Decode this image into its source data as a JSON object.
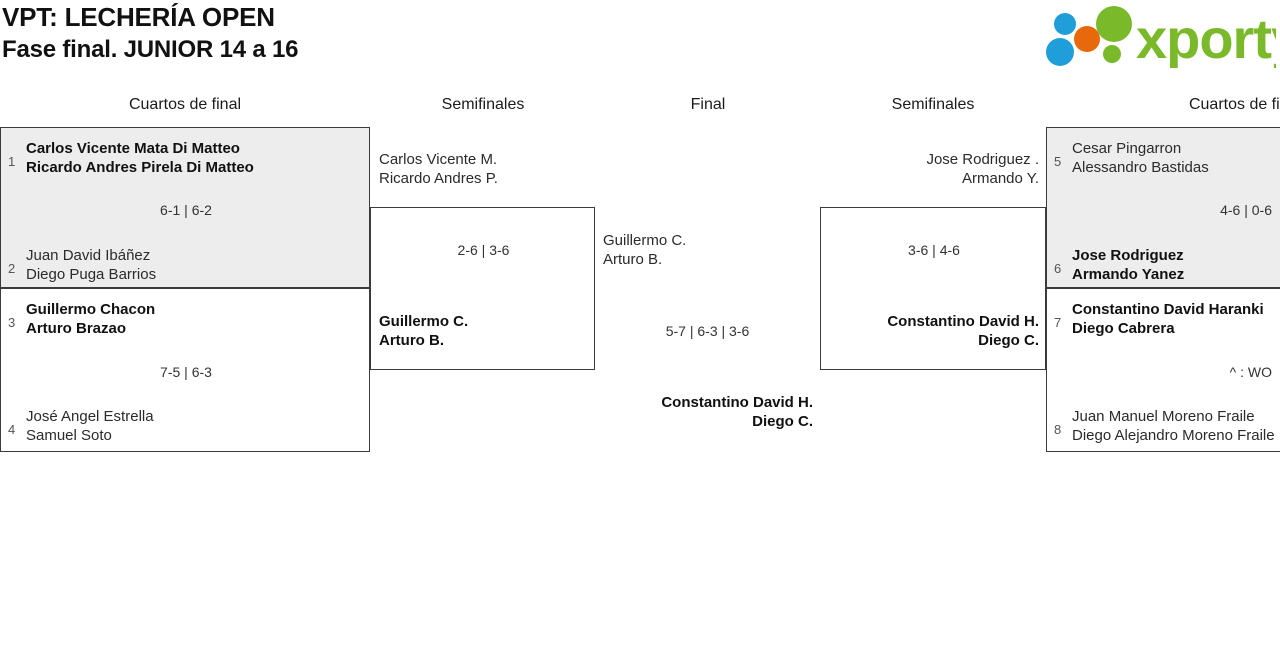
{
  "header": {
    "title_line1": "VPT: LECHERÍA OPEN",
    "title_line2": "Fase final. JUNIOR 14 a 16",
    "logo_text": "xporty",
    "logo_colors": {
      "green": "#7ab929",
      "blue": "#1f9ed9",
      "orange": "#e8690b"
    }
  },
  "rounds": [
    {
      "label": "Cuartos de final"
    },
    {
      "label": "Semifinales"
    },
    {
      "label": "Final"
    },
    {
      "label": "Semifinales"
    },
    {
      "label": "Cuartos de final"
    }
  ],
  "bracket": {
    "left_quarterfinals": [
      {
        "shaded": true,
        "top": {
          "seed": "1",
          "line1": "Carlos Vicente Mata Di Matteo",
          "line2": "Ricardo Andres Pirela Di Matteo",
          "winner": true
        },
        "bottom": {
          "seed": "2",
          "line1": "Juan David Ibáñez",
          "line2": "Diego Puga Barrios",
          "winner": false
        },
        "score": "6-1 | 6-2"
      },
      {
        "shaded": false,
        "top": {
          "seed": "3",
          "line1": "Guillermo Chacon",
          "line2": "Arturo Brazao",
          "winner": true
        },
        "bottom": {
          "seed": "4",
          "line1": "José Angel Estrella",
          "line2": "Samuel Soto",
          "winner": false
        },
        "score": "7-5 | 6-3"
      }
    ],
    "left_semifinal": {
      "top": {
        "line1": "Carlos Vicente M.",
        "line2": "Ricardo Andres P.",
        "winner": false
      },
      "bottom": {
        "line1": "Guillermo C.",
        "line2": "Arturo B.",
        "winner": true
      },
      "score": "2-6 | 3-6"
    },
    "final": {
      "top": {
        "line1": "Guillermo C.",
        "line2": "Arturo B.",
        "winner": false
      },
      "bottom": {
        "line1": "Constantino David H.",
        "line2": "Diego C.",
        "winner": true
      },
      "score": "5-7 | 6-3 | 3-6"
    },
    "right_semifinal": {
      "top": {
        "line1": "Jose Rodriguez .",
        "line2": "Armando Y.",
        "winner": false
      },
      "bottom": {
        "line1": "Constantino David H.",
        "line2": "Diego C.",
        "winner": true
      },
      "score": "3-6 | 4-6"
    },
    "right_quarterfinals": [
      {
        "shaded": true,
        "top": {
          "seed": "5",
          "line1": "Cesar Pingarron",
          "line2": "Alessandro Bastidas",
          "winner": false
        },
        "bottom": {
          "seed": "6",
          "line1": "Jose Rodriguez",
          "line2": "Armando Yanez",
          "winner": true
        },
        "score": "4-6 | 0-6"
      },
      {
        "shaded": false,
        "top": {
          "seed": "7",
          "line1": "Constantino David Haranki",
          "line2": "Diego Cabrera",
          "winner": true
        },
        "bottom": {
          "seed": "8",
          "line1": "Juan Manuel Moreno Fraile",
          "line2": "Diego Alejandro Moreno Fraile",
          "winner": false
        },
        "score": "^ : WO"
      }
    ]
  }
}
